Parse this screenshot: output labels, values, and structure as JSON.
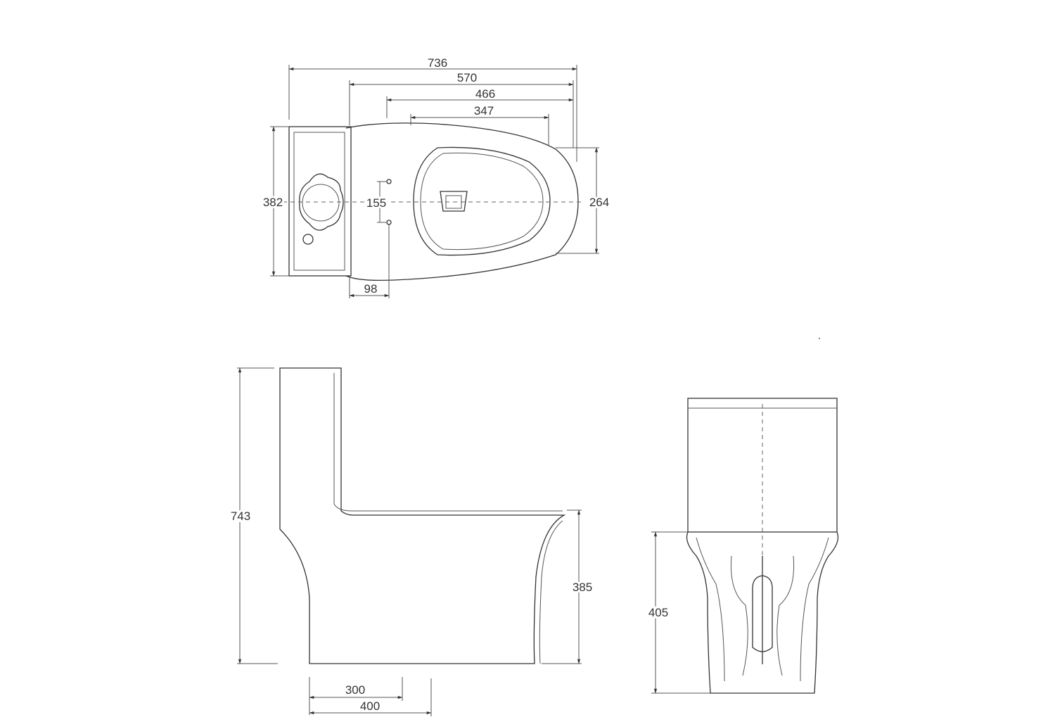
{
  "colors": {
    "line": "#333333",
    "background": "#ffffff"
  },
  "top_view": {
    "overall_length": "736",
    "seat_to_front": "570",
    "bowl_outer": "466",
    "bowl_opening": "347",
    "total_width": "382",
    "bowl_width": "264",
    "bolt_spacing": "155",
    "bolt_offset": "98"
  },
  "side_view": {
    "total_height": "743",
    "seat_height": "385",
    "rough_in_min": "300",
    "rough_in_max": "400"
  },
  "front_view": {
    "base_height": "405"
  }
}
